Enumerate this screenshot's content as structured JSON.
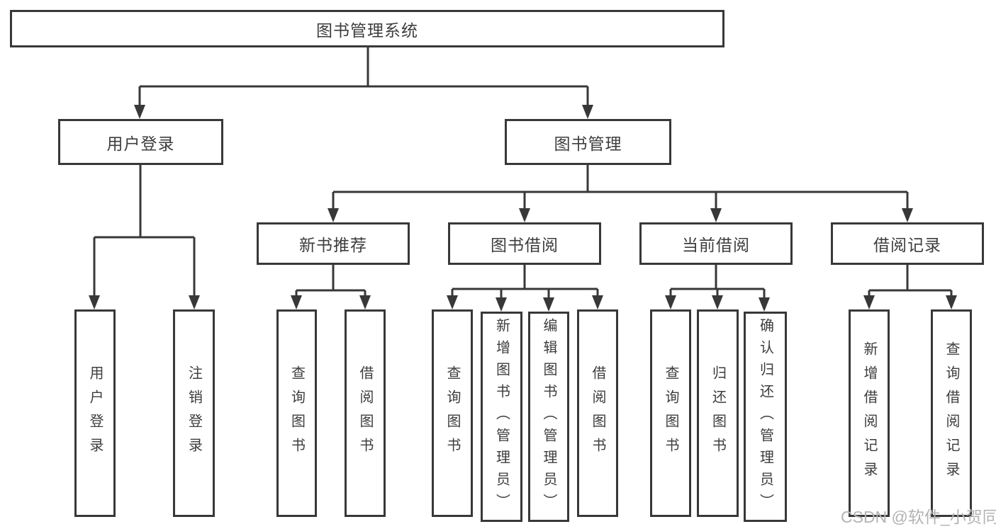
{
  "diagram": {
    "root": {
      "label": "图书管理系统"
    },
    "level2": [
      {
        "label": "用户登录"
      },
      {
        "label": "图书管理"
      }
    ],
    "level3": [
      {
        "label": "新书推荐",
        "parent": "图书管理"
      },
      {
        "label": "图书借阅",
        "parent": "图书管理"
      },
      {
        "label": "当前借阅",
        "parent": "图书管理"
      },
      {
        "label": "借阅记录",
        "parent": "图书管理"
      }
    ],
    "leaves": [
      {
        "label": "用户登录",
        "parent": "用户登录"
      },
      {
        "label": "注销登录",
        "parent": "用户登录"
      },
      {
        "label": "查询图书",
        "parent": "新书推荐"
      },
      {
        "label": "借阅图书",
        "parent": "新书推荐"
      },
      {
        "label": "查询图书",
        "parent": "图书借阅"
      },
      {
        "label": "新增图书（管理员）",
        "parent": "图书借阅"
      },
      {
        "label": "编辑图书（管理员）",
        "parent": "图书借阅"
      },
      {
        "label": "借阅图书",
        "parent": "图书借阅"
      },
      {
        "label": "查询图书",
        "parent": "当前借阅"
      },
      {
        "label": "归还图书",
        "parent": "当前借阅"
      },
      {
        "label": "确认归还（管理员）",
        "parent": "当前借阅"
      },
      {
        "label": "新增借阅记录",
        "parent": "借阅记录"
      },
      {
        "label": "查询借阅记录",
        "parent": "借阅记录"
      }
    ]
  },
  "watermark": {
    "text": "CSDN @软件_小贺同学"
  },
  "colors": {
    "line": "#383838",
    "text": "#3d3d3d",
    "watermark": "#b3b3b3",
    "background": "#ffffff"
  }
}
